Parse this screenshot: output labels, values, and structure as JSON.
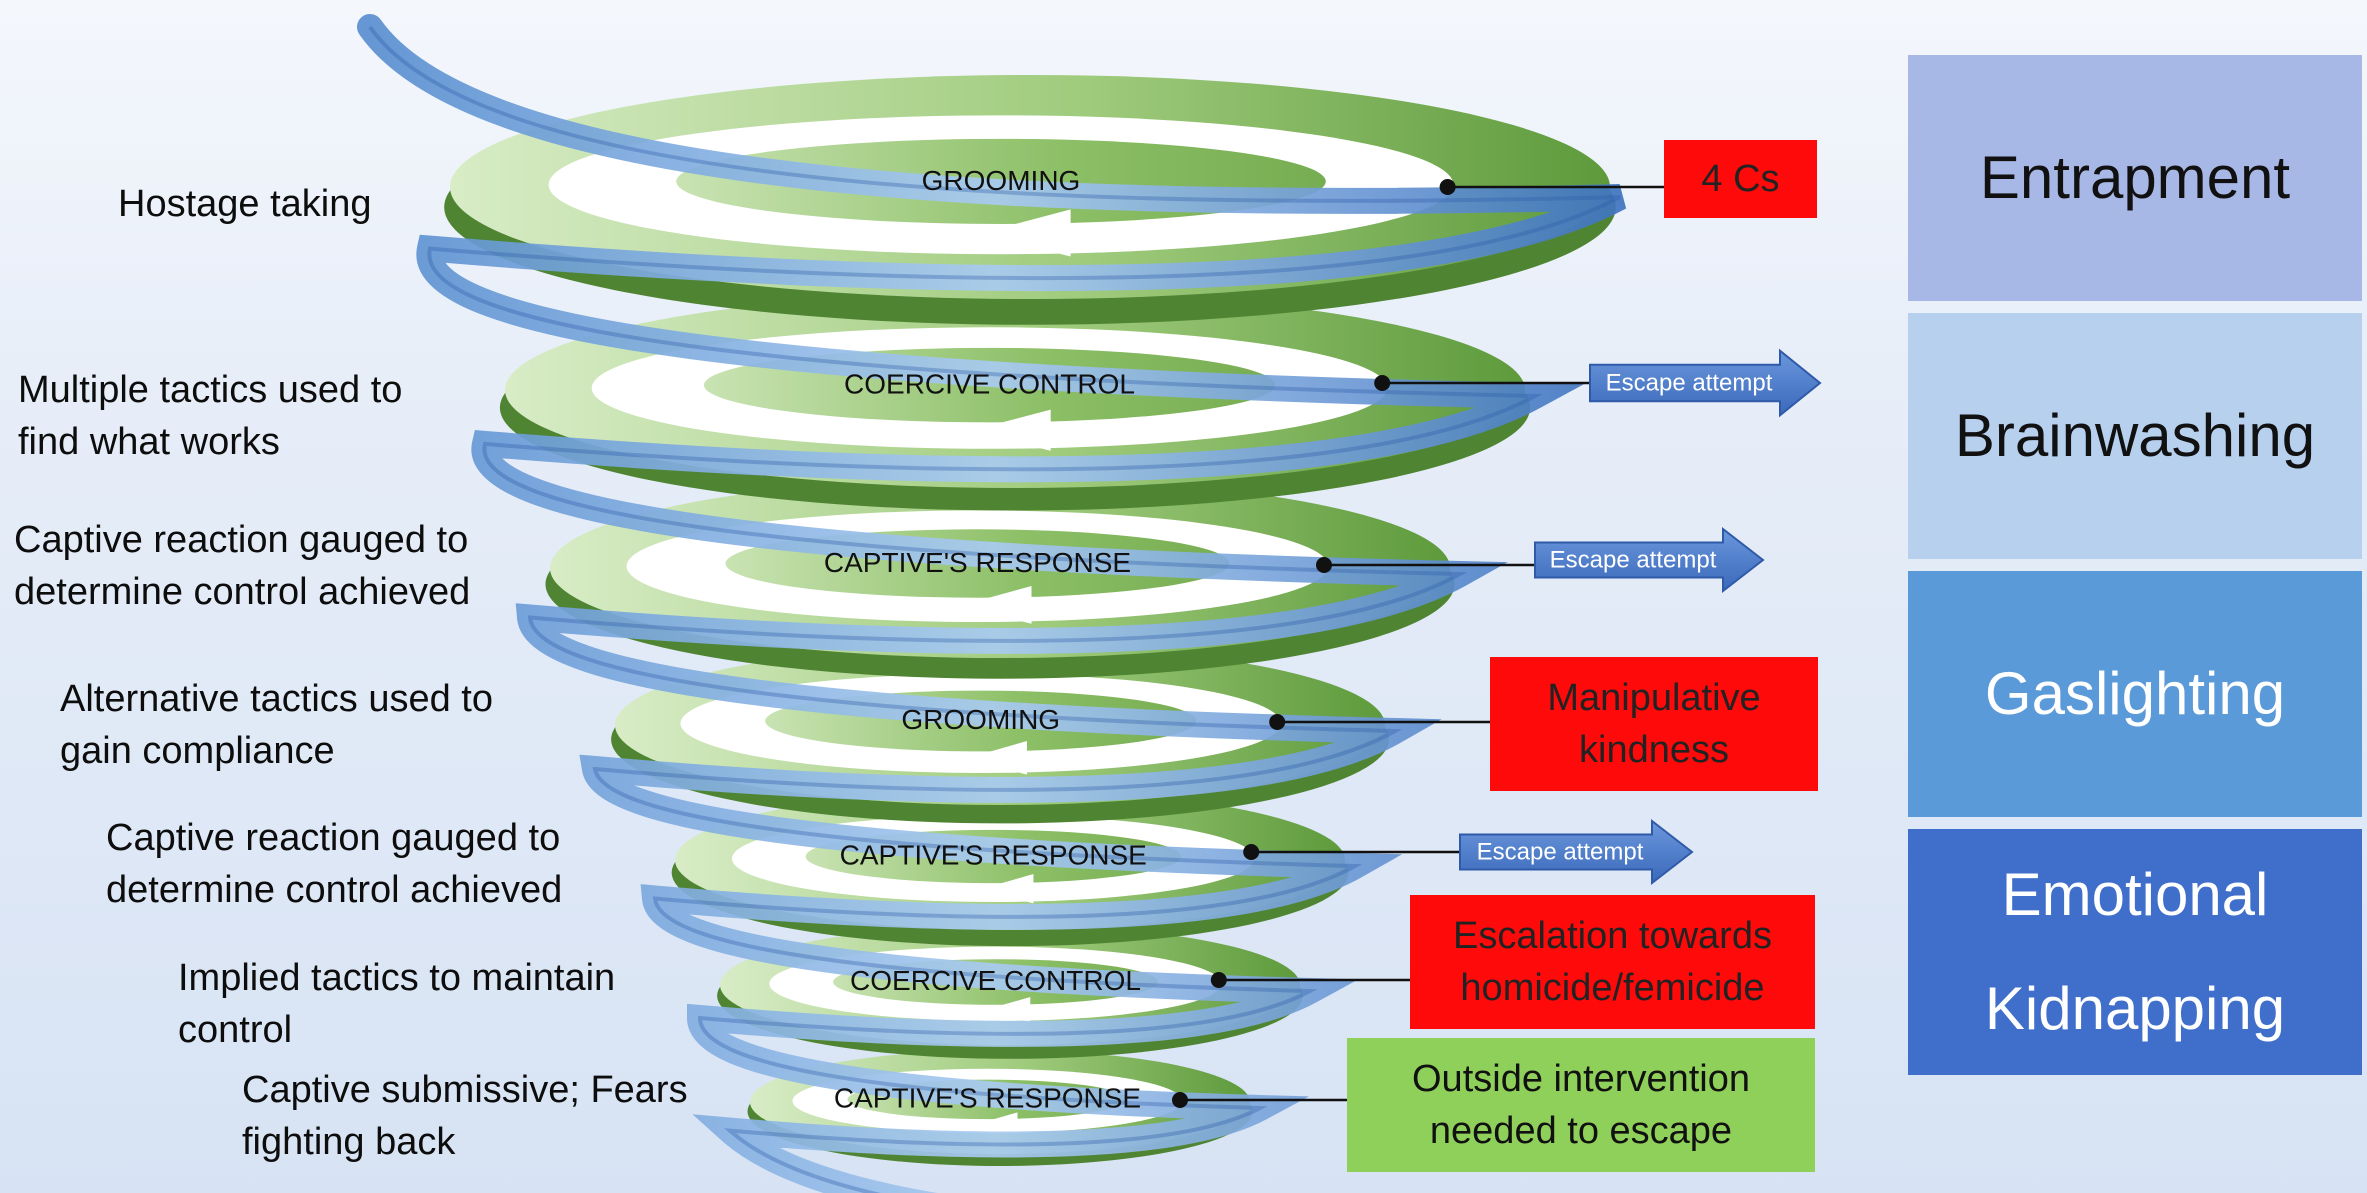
{
  "left_labels": [
    "Hostage taking",
    "Multiple tactics used to\nfind what works",
    "Captive reaction gauged to\ndetermine control achieved",
    "Alternative tactics used to\ngain compliance",
    "Captive reaction gauged to\ndetermine control achieved",
    "Implied tactics to maintain\ncontrol",
    "Captive submissive; Fears\nfighting back"
  ],
  "rings": [
    "GROOMING",
    "COERCIVE CONTROL",
    "CAPTIVE'S RESPONSE",
    "GROOMING",
    "CAPTIVE'S RESPONSE",
    "COERCIVE CONTROL",
    "CAPTIVE'S RESPONSE"
  ],
  "escape_arrows": [
    "Escape attempt",
    "Escape attempt",
    "Escape attempt"
  ],
  "callouts": {
    "four_cs": "4 Cs",
    "manipulative_kindness": "Manipulative\nkindness",
    "escalation": "Escalation towards\nhomicide/femicide",
    "outside_intervention": "Outside intervention\nneeded to escape"
  },
  "stages": [
    "Entrapment",
    "Brainwashing",
    "Gaslighting",
    "Emotional\nKidnapping"
  ],
  "colors": {
    "callout_red": "#ff0a0a",
    "callout_green": "#8fd05a",
    "arrow_blue": "#4a78c8",
    "ring_green": "#72ad4a",
    "spiral_blue": "#6e9fd8",
    "stage_entrapment": "#a8b8e6",
    "stage_brainwashing": "#b6d0ee",
    "stage_gaslighting": "#5b9ad9",
    "stage_emotional": "#3f6fcb"
  }
}
